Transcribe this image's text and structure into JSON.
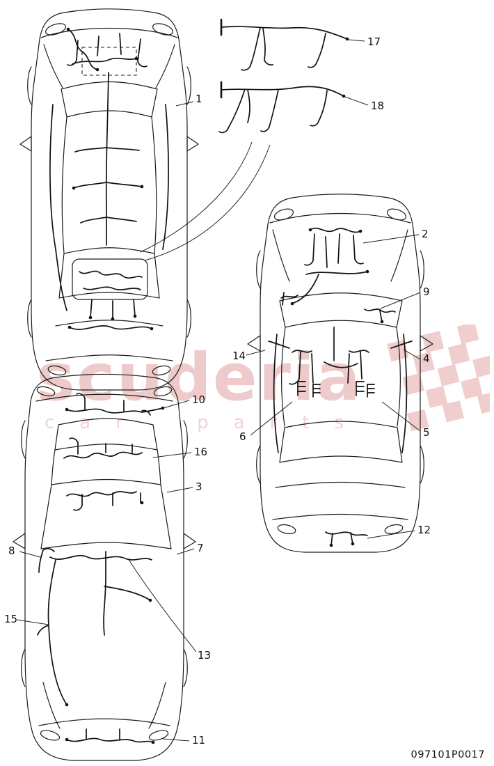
{
  "watermark": {
    "brand": "scuderia",
    "tagline": "car parts"
  },
  "footer": {
    "part_number": "097101P0017"
  },
  "callouts": {
    "n1": "1",
    "n2": "2",
    "n3": "3",
    "n4": "4",
    "n5": "5",
    "n6": "6",
    "n7": "7",
    "n8": "8",
    "n9": "9",
    "n10": "10",
    "n11": "11",
    "n12": "12",
    "n13": "13",
    "n14": "14",
    "n15": "15",
    "n16": "16",
    "n17": "17",
    "n18": "18"
  },
  "colors": {
    "line": "#1a1a1a",
    "watermark_pink": "#e29e9e"
  }
}
